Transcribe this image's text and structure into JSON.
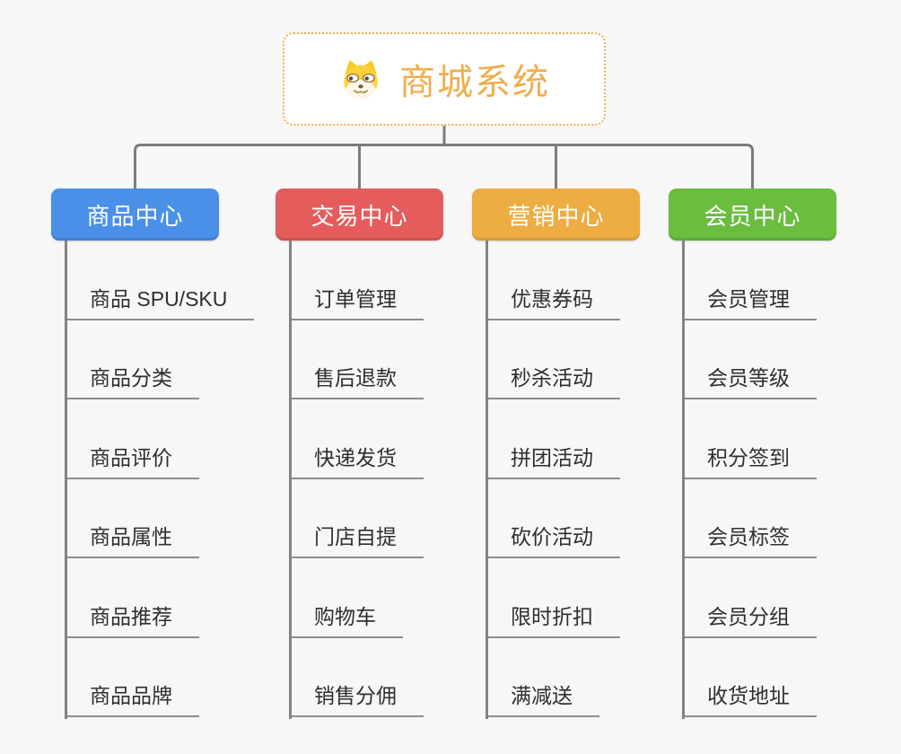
{
  "root": {
    "title": "商城系统",
    "icon": "shiba-dog-emoji",
    "text_color": "#F0AD4E",
    "border_color": "#F2AE4C",
    "background": "#ffffff"
  },
  "connectors": {
    "color": "#7c7c7c"
  },
  "branches": [
    {
      "label": "商品中心",
      "color": "#4A90E8",
      "items": [
        "商品 SPU/SKU",
        "商品分类",
        "商品评价",
        "商品属性",
        "商品推荐",
        "商品品牌"
      ]
    },
    {
      "label": "交易中心",
      "color": "#E55C5C",
      "items": [
        "订单管理",
        "售后退款",
        "快递发货",
        "门店自提",
        "购物车",
        "销售分佣"
      ]
    },
    {
      "label": "营销中心",
      "color": "#EDAD42",
      "items": [
        "优惠券码",
        "秒杀活动",
        "拼团活动",
        "砍价活动",
        "限时折扣",
        "满减送"
      ]
    },
    {
      "label": "会员中心",
      "color": "#6ABD3F",
      "items": [
        "会员管理",
        "会员等级",
        "积分签到",
        "会员标签",
        "会员分组",
        "收货地址"
      ]
    }
  ]
}
